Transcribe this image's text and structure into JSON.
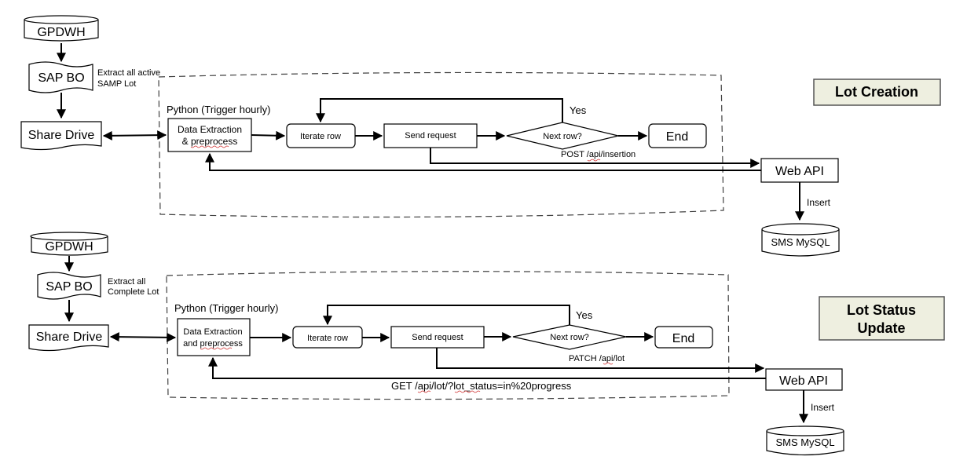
{
  "colors": {
    "title_box_fill": "#eeefe0",
    "line": "#000000",
    "dashed_border": "#404040",
    "spellcheck": "#d03030"
  },
  "lot_creation": {
    "title": "Lot Creation",
    "source_db": "GPDWH",
    "report_tool": "SAP BO",
    "extract_note_line1": "Extract all active",
    "extract_note_line2": "SAMP Lot",
    "share_drive": "Share Drive",
    "python_label": "Python (Trigger hourly)",
    "data_extraction_line1": "Data Extraction",
    "data_extraction_line2": "& preprocess",
    "iterate_row": "Iterate row",
    "send_request": "Send request",
    "next_row": "Next row?",
    "yes_label": "Yes",
    "end": "End",
    "request_label": "POST /api/insertion",
    "web_api": "Web API",
    "insert_label": "Insert",
    "target_db": "SMS MySQL"
  },
  "lot_status_update": {
    "title_line1": "Lot Status",
    "title_line2": "Update",
    "source_db": "GPDWH",
    "report_tool": "SAP BO",
    "extract_note_line1": "Extract all",
    "extract_note_line2": "Complete Lot",
    "share_drive": "Share Drive",
    "python_label": "Python (Trigger hourly)",
    "data_extraction_line1": "Data Extraction",
    "data_extraction_line2": "and preprocess",
    "iterate_row": "Iterate row",
    "send_request": "Send request",
    "next_row": "Next row?",
    "yes_label": "Yes",
    "end": "End",
    "request_label": "PATCH /api/lot",
    "get_label": "GET /api/lot/?lot_status=in%20progress",
    "web_api": "Web API",
    "insert_label": "Insert",
    "target_db": "SMS MySQL"
  }
}
